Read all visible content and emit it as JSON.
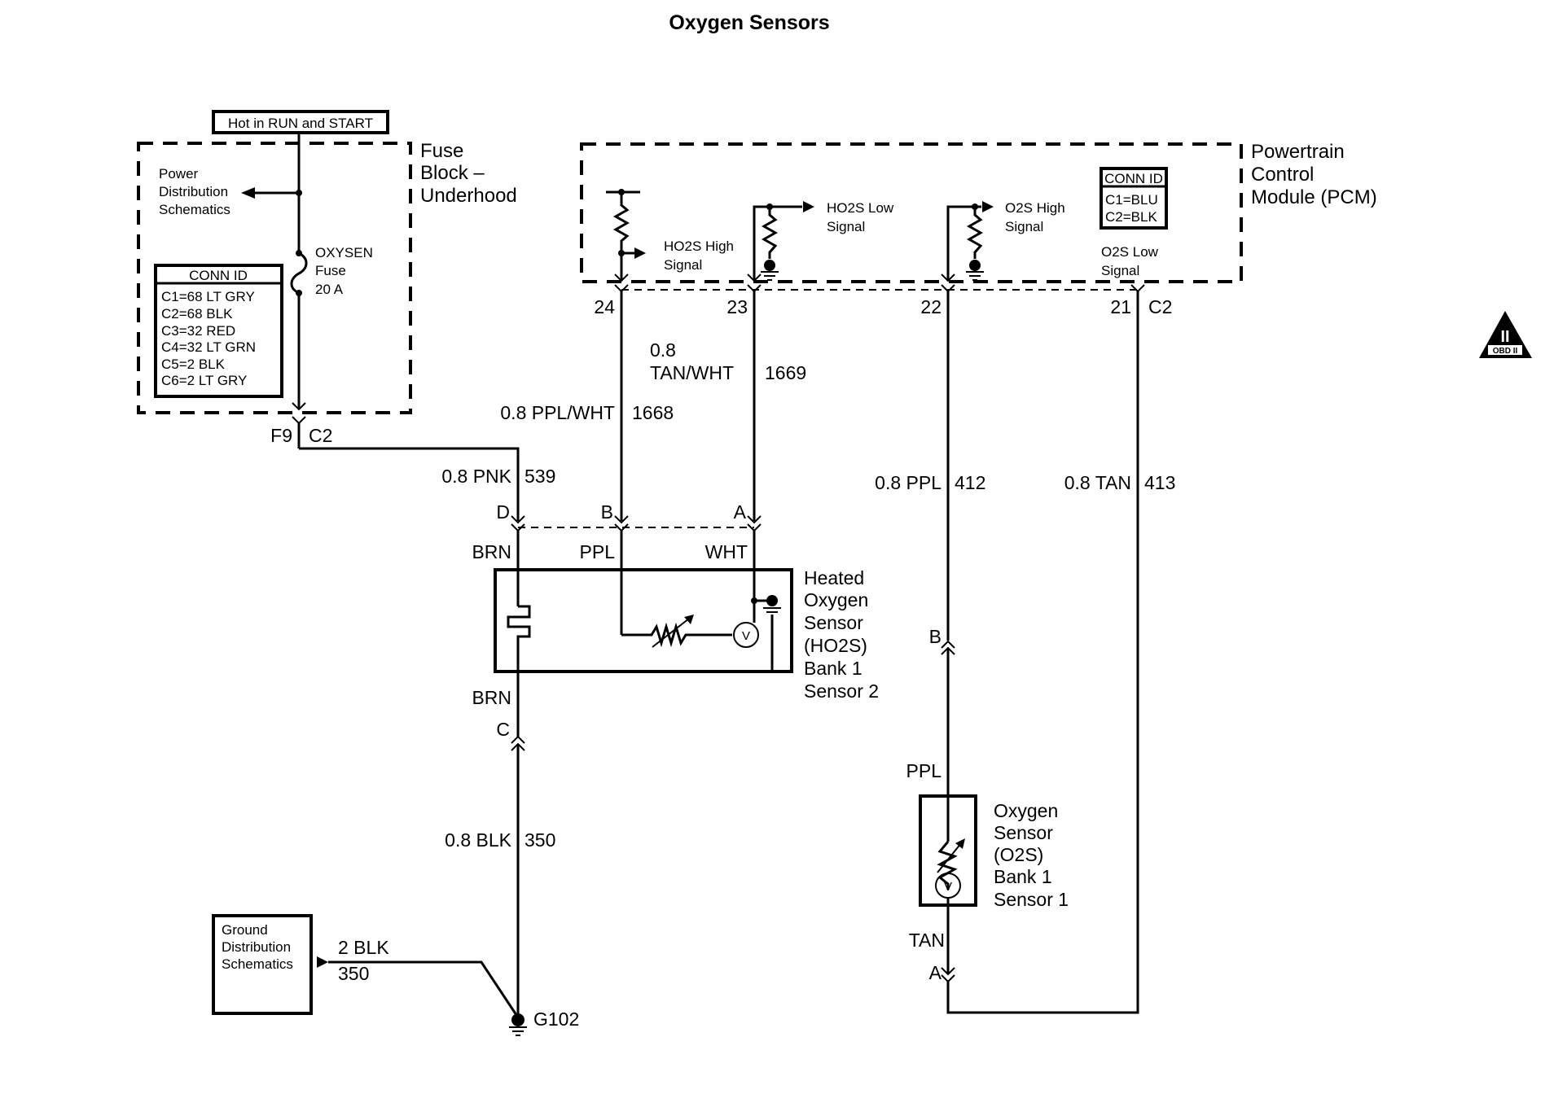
{
  "title": "Oxygen Sensors",
  "colors": {
    "line": "#000000",
    "background": "#ffffff"
  },
  "fuse_block": {
    "power_label": "Hot in RUN and START",
    "name_lines": [
      "Fuse",
      "Block –",
      "Underhood"
    ],
    "power_dist_lines": [
      "Power",
      "Distribution",
      "Schematics"
    ],
    "fuse_lines": [
      "OXYSEN",
      "Fuse",
      "20 A"
    ],
    "conn_id_header": "CONN ID",
    "conn_id_rows": [
      "C1=68 LT GRY",
      "C2=68 BLK",
      "C3=32 RED",
      "C4=32 LT GRN",
      "C5=2 BLK",
      "C6=2 LT GRY"
    ],
    "pin": "F9",
    "connector": "C2"
  },
  "pcm": {
    "name_lines": [
      "Powertrain",
      "Control",
      "Module (PCM)"
    ],
    "conn_id_header": "CONN ID",
    "conn_id_rows": [
      "C1=BLU",
      "C2=BLK"
    ],
    "signals": {
      "ho2s_high": [
        "HO2S High",
        "Signal"
      ],
      "ho2s_low": [
        "HO2S Low",
        "Signal"
      ],
      "o2s_high": [
        "O2S High",
        "Signal"
      ],
      "o2s_low": [
        "O2S Low",
        "Signal"
      ]
    },
    "pins": [
      "24",
      "23",
      "22",
      "21"
    ],
    "connector": "C2"
  },
  "wires": {
    "pnk": {
      "gauge_color": "0.8 PNK",
      "circuit": "539"
    },
    "ppl_wht": {
      "gauge_color": "0.8 PPL/WHT",
      "circuit": "1668"
    },
    "tan_wht": {
      "gauge_line1": "0.8",
      "gauge_line2": "TAN/WHT",
      "circuit": "1669"
    },
    "ppl": {
      "gauge_color": "0.8 PPL",
      "circuit": "412"
    },
    "tan": {
      "gauge_color": "0.8 TAN",
      "circuit": "413"
    },
    "blk": {
      "gauge_color": "0.8 BLK",
      "circuit": "350"
    },
    "blk2": {
      "gauge_color": "2 BLK",
      "circuit": "350"
    }
  },
  "ho2s": {
    "name_lines": [
      "Heated",
      "Oxygen",
      "Sensor",
      "(HO2S)",
      "Bank 1",
      "Sensor 2"
    ],
    "pins": {
      "d": "D",
      "b": "B",
      "a": "A",
      "c": "C"
    },
    "colors": {
      "brn_top": "BRN",
      "ppl": "PPL",
      "wht": "WHT",
      "brn_bottom": "BRN"
    },
    "voltmeter": "V"
  },
  "o2s": {
    "name_lines": [
      "Oxygen",
      "Sensor",
      "(O2S)",
      "Bank 1",
      "Sensor 1"
    ],
    "pins": {
      "b": "B",
      "a": "A"
    },
    "colors": {
      "ppl": "PPL",
      "tan": "TAN"
    },
    "voltmeter": "V"
  },
  "ground": {
    "dist_lines": [
      "Ground",
      "Distribution",
      "Schematics"
    ],
    "ground_id": "G102"
  },
  "obd_badge": {
    "numeral": "II",
    "label": "OBD II"
  }
}
